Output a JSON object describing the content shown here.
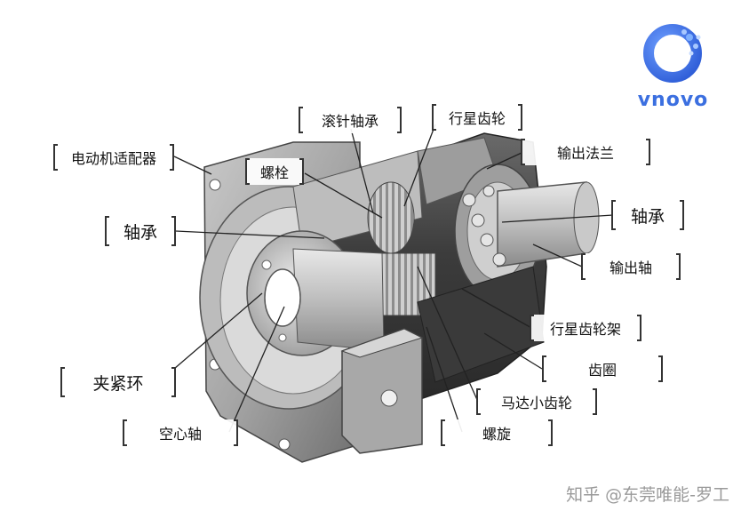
{
  "labels": {
    "motor_adapter": "电动机适配器",
    "bolt": "螺栓",
    "needle_bearing": "滚针轴承",
    "planet_gear": "行星齿轮",
    "output_flange": "输出法兰",
    "bearing_left": "轴承",
    "bearing_right": "轴承",
    "output_shaft": "输出轴",
    "planet_carrier": "行星齿轮架",
    "ring_gear": "齿圈",
    "motor_pinion": "马达小齿轮",
    "clamp_ring": "夹紧环",
    "hollow_shaft": "空心轴",
    "helix": "螺旋"
  },
  "logo": {
    "text": "vnovo",
    "color": "#3b6fe0"
  },
  "watermark": "知乎 @东莞唯能-罗工",
  "colors": {
    "ink": "#333333",
    "metal_light": "#d9d9d9",
    "metal_mid": "#a9a9a9",
    "metal_dark": "#5a5a5a"
  }
}
